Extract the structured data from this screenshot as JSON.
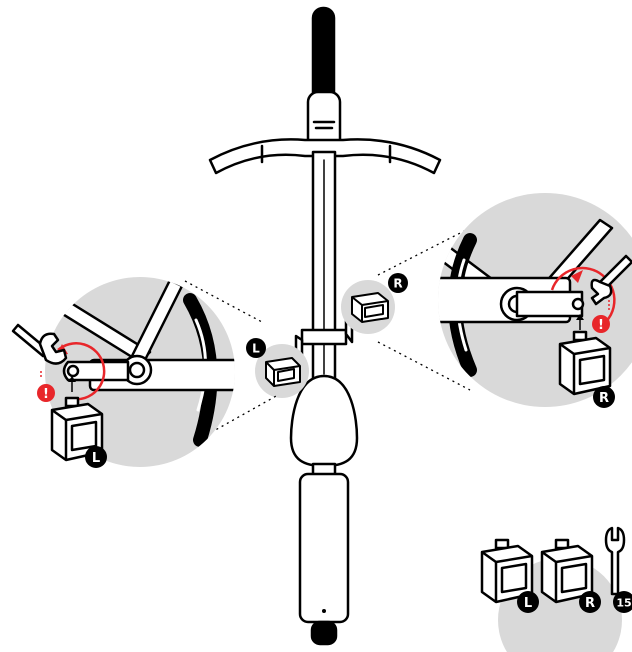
{
  "diagram": {
    "colors": {
      "ink": "#000000",
      "paper": "#ffffff",
      "detail_background": "#d9d9d9",
      "warning": "#e8262a"
    },
    "left_detail": {
      "pedal_badge": "L",
      "warning_mark": "!",
      "tool_icon": "wrench-icon",
      "rotation": "counterclockwise"
    },
    "right_detail": {
      "pedal_badge": "R",
      "warning_mark": "!",
      "tool_icon": "wrench-icon",
      "rotation": "clockwise"
    },
    "bike_left_pedal_badge": "L",
    "bike_right_pedal_badge": "R",
    "parts": {
      "left_pedal_badge": "L",
      "right_pedal_badge": "R",
      "wrench_size": "15"
    }
  }
}
